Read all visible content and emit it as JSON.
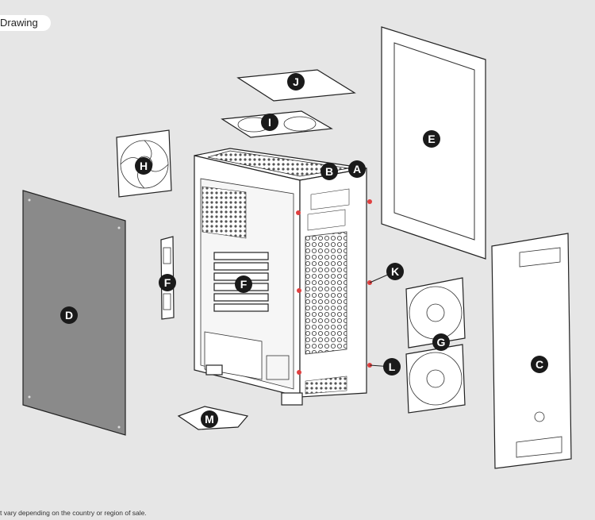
{
  "header": {
    "title": "Drawing"
  },
  "footnote": "t vary depending on the country or region of sale.",
  "colors": {
    "background": "#e6e6e6",
    "label": "#1a1a1a",
    "screw_mark": "#e04040",
    "side_panel": "#8a8a8a"
  },
  "labels": {
    "A": "A",
    "B": "B",
    "C": "C",
    "D": "D",
    "E": "E",
    "F": "F",
    "G": "G",
    "H": "H",
    "I": "I",
    "J": "J",
    "K": "K",
    "L": "L",
    "M": "M"
  }
}
